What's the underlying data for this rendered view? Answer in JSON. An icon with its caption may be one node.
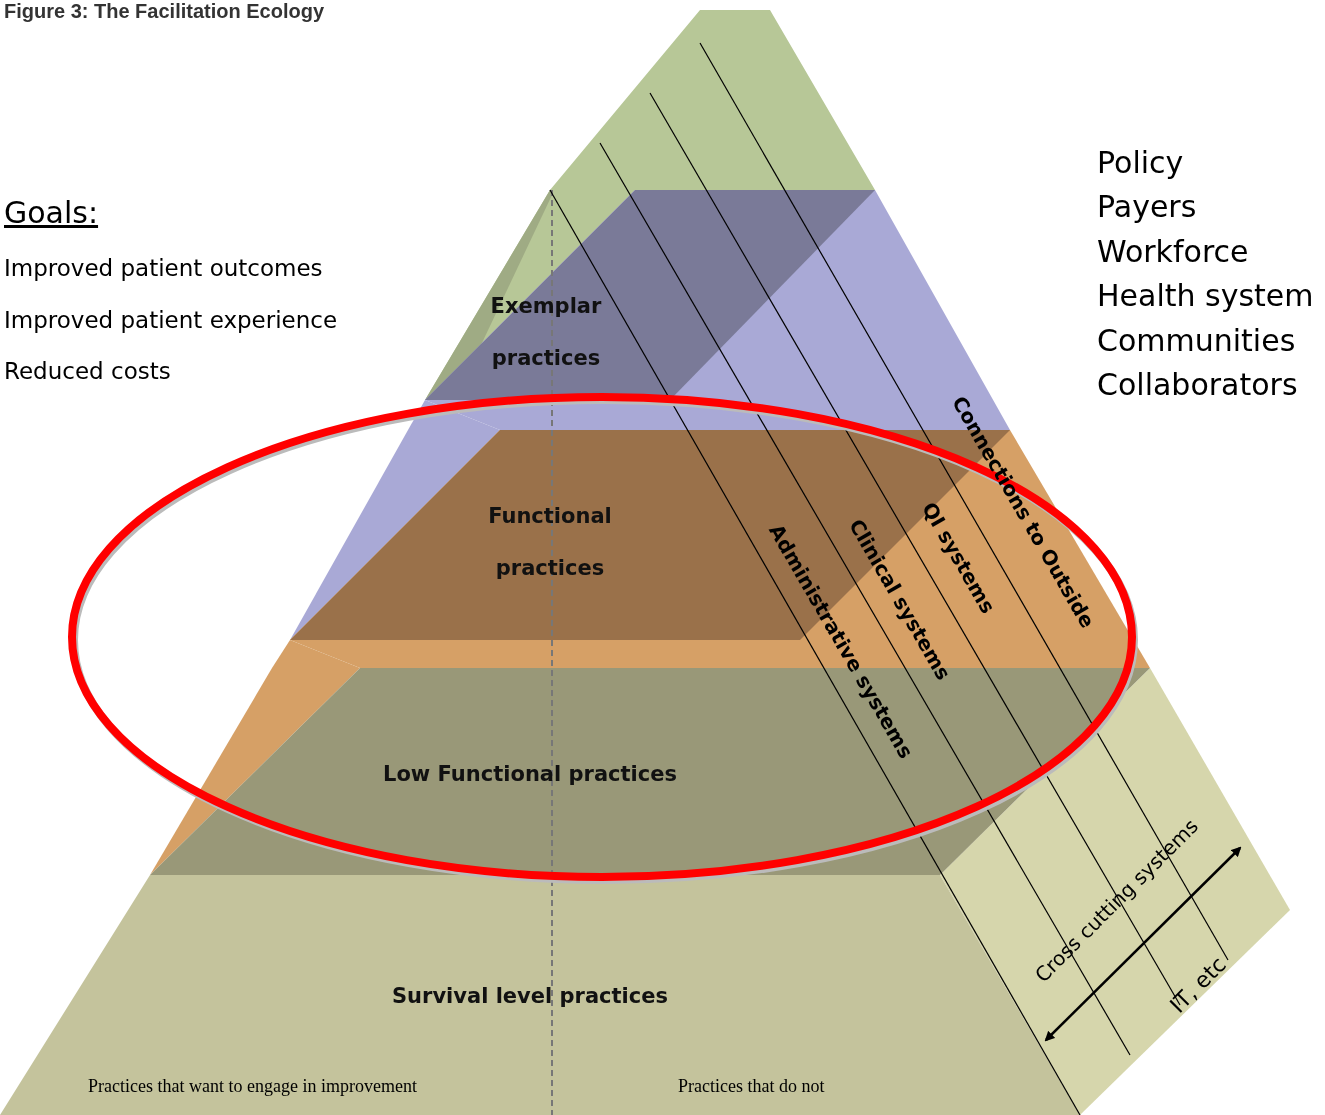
{
  "diagram": {
    "title": "Figure 3: The Facilitation Ecology",
    "nodes": [
      {
        "text": [
          "Exemplar practices"
        ]
      },
      {
        "text": [
          "Functional practices"
        ]
      },
      {
        "text": [
          "Low Functional practices"
        ]
      },
      {
        "text": [
          "Survival level practices"
        ]
      }
    ],
    "labels": [
      "Goals:",
      "Improved patient outcomes",
      "Improved patient experience",
      "Reduced costs",
      "Policy",
      "Payers",
      "Workforce",
      "Health system",
      "Communities",
      "Collaborators",
      "Connections to Outside",
      "QI systems",
      "Clinical systems",
      "Administrative systems",
      "Cross cutting systems",
      "IT, etc",
      "Practices that want to engage in improvement",
      "Practices that do not"
    ]
  }
}
